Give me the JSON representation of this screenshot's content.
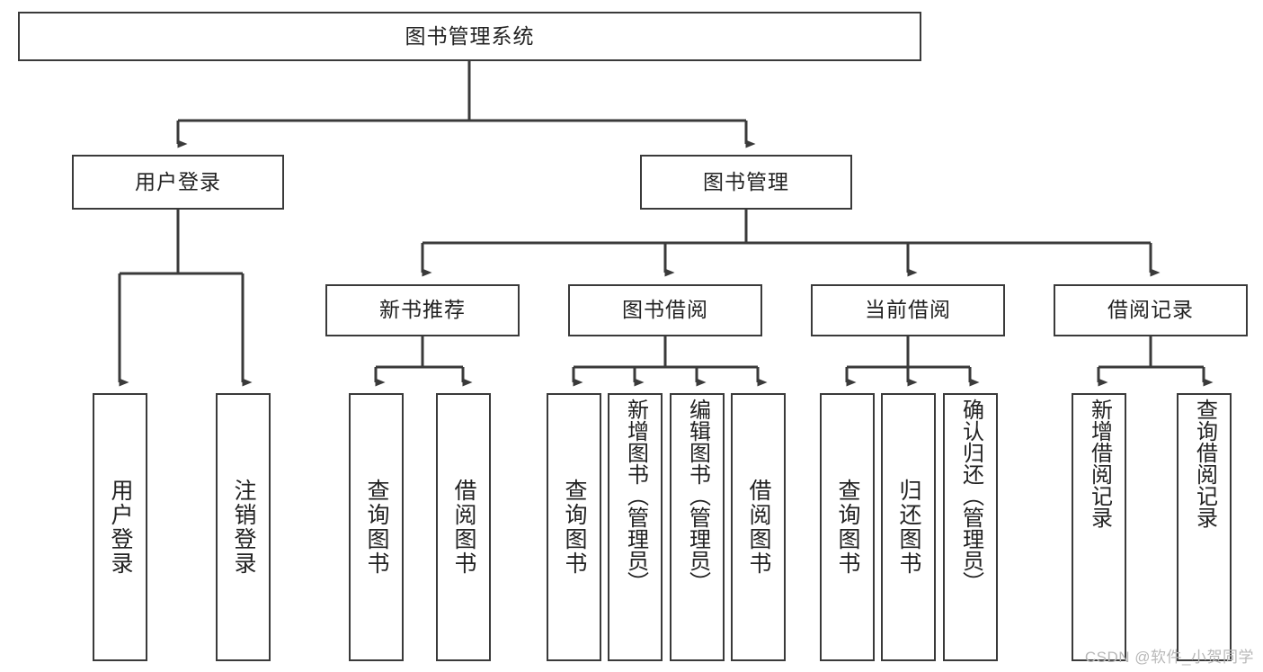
{
  "diagram": {
    "title": "图书管理系统",
    "type": "tree-hierarchy",
    "root": {
      "id": "root",
      "label": "图书管理系统"
    },
    "level2": [
      {
        "id": "user-login",
        "label": "用户登录"
      },
      {
        "id": "book-manage",
        "label": "图书管理"
      }
    ],
    "level3": [
      {
        "id": "new-book-rec",
        "label": "新书推荐"
      },
      {
        "id": "book-borrow",
        "label": "图书借阅"
      },
      {
        "id": "current-borrow",
        "label": "当前借阅"
      },
      {
        "id": "borrow-record",
        "label": "借阅记录"
      }
    ],
    "leaves": {
      "user_login": [
        {
          "id": "leaf-user-login",
          "label": "用户登录"
        },
        {
          "id": "leaf-logout",
          "label": "注销登录"
        }
      ],
      "new_book_rec": [
        {
          "id": "leaf-query-book-1",
          "label": "查询图书"
        },
        {
          "id": "leaf-borrow-book-1",
          "label": "借阅图书"
        }
      ],
      "book_borrow": [
        {
          "id": "leaf-query-book-2",
          "label": "查询图书"
        },
        {
          "id": "leaf-add-book",
          "label": "新增图书（管理员）"
        },
        {
          "id": "leaf-edit-book",
          "label": "编辑图书（管理员）"
        },
        {
          "id": "leaf-borrow-book-2",
          "label": "借阅图书"
        }
      ],
      "current_borrow": [
        {
          "id": "leaf-query-book-3",
          "label": "查询图书"
        },
        {
          "id": "leaf-return-book",
          "label": "归还图书"
        },
        {
          "id": "leaf-confirm-return",
          "label": "确认归还（管理员）"
        }
      ],
      "borrow_record": [
        {
          "id": "leaf-add-record",
          "label": "新增借阅记录"
        },
        {
          "id": "leaf-query-record",
          "label": "查询借阅记录"
        }
      ]
    }
  },
  "watermark": {
    "text": "CSDN @软件_小贺同学"
  },
  "colors": {
    "border": "#3a3a3a",
    "text": "#222222",
    "background": "#ffffff",
    "watermark": "#b8b8b8"
  }
}
